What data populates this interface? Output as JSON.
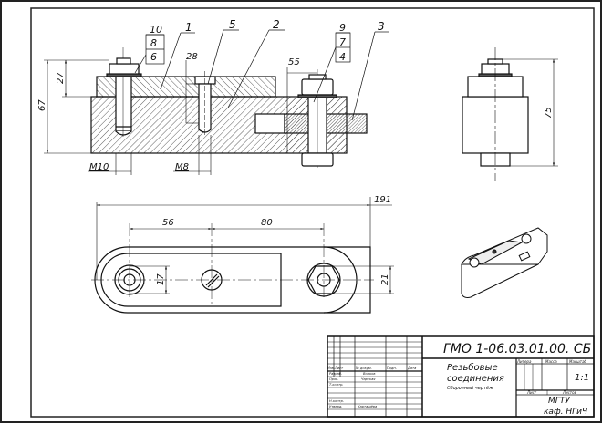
{
  "drawing": {
    "type": "assembly drawing",
    "views": [
      "front-section",
      "side",
      "top",
      "isometric"
    ]
  },
  "leaders": {
    "group_left": [
      "10",
      "8",
      "6"
    ],
    "part_1": "1",
    "part_5": "5",
    "part_2": "2",
    "group_right": [
      "9",
      "7",
      "4"
    ],
    "part_3": "3"
  },
  "dimensions": {
    "overall_height": "67",
    "top_plate_height": "27",
    "screw_depth": "28",
    "bolt_offset": "55",
    "thread_left": "M10",
    "thread_mid": "M8",
    "side_height": "75",
    "overall_length": "191",
    "spacing_left": "56",
    "spacing_right": "80",
    "washer_dia": "17",
    "nut_size": "21"
  },
  "title_block": {
    "designation": "ГМО 1-06.03.01.00. СБ",
    "title_line1": "Резьбовые",
    "title_line2": "соединения",
    "title_line3": "Сборочный чертёж",
    "scale": "1:1",
    "col_lit": "Литера",
    "col_mass": "Масса",
    "col_scale": "Масштаб",
    "sheet": "Лист",
    "sheets": "Листов",
    "org_line1": "МГТУ",
    "org_line2": "каф. НГиЧ",
    "row_headers": [
      "Изм.",
      "Лист",
      "№ докум.",
      "Подп.",
      "Дата"
    ],
    "roles": [
      "Разраб.",
      "Пров.",
      "Т.контр.",
      "Н.контр.",
      "Утверд."
    ],
    "names": [
      "Волков",
      "Чарская",
      "Карташёва"
    ]
  }
}
